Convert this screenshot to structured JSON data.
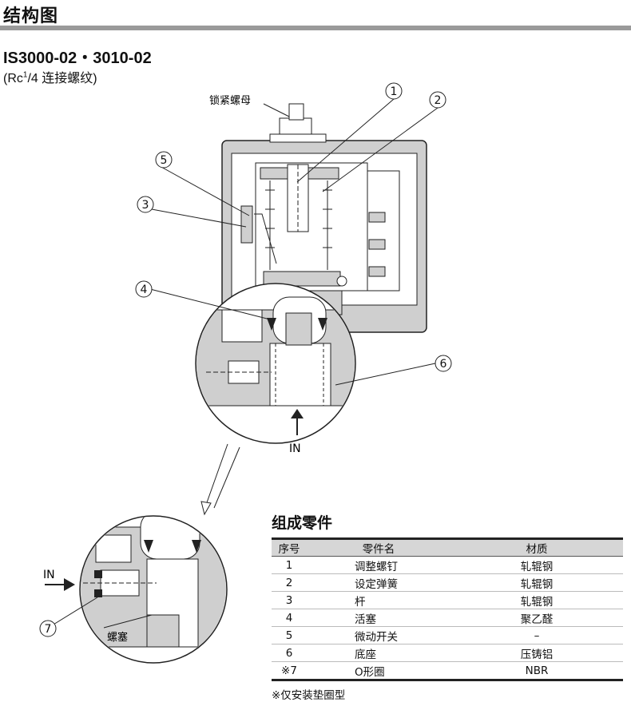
{
  "header": {
    "title": "结构图"
  },
  "model": {
    "name": "IS3000-02・3010-02",
    "sub_prefix": "(Rc",
    "sub_frac_num": "1",
    "sub_frac_rest": "/4 连接螺纹)"
  },
  "labels": {
    "lock_nut": "锁紧螺母",
    "in_main": "IN",
    "in_detail": "IN",
    "plug": "螺塞",
    "callouts": [
      "1",
      "2",
      "3",
      "4",
      "5",
      "6",
      "7"
    ]
  },
  "parts_table": {
    "title": "组成零件",
    "headers": [
      "序号",
      "零件名",
      "材质"
    ],
    "rows": [
      {
        "no": "1",
        "name": "调整螺钉",
        "material": "轧辊钢"
      },
      {
        "no": "2",
        "name": "设定弹簧",
        "material": "轧辊钢"
      },
      {
        "no": "3",
        "name": "杆",
        "material": "轧辊钢"
      },
      {
        "no": "4",
        "name": "活塞",
        "material": "聚乙醛"
      },
      {
        "no": "5",
        "name": "微动开关",
        "material": "–"
      },
      {
        "no": "6",
        "name": "底座",
        "material": "压铸铝"
      },
      {
        "no": "※7",
        "name": "O形圈",
        "material": "NBR"
      }
    ],
    "note": "※仅安装垫圈型"
  },
  "colors": {
    "body_gray": "#cfcfcf",
    "dark": "#222222",
    "rule": "#9a9a9a"
  }
}
